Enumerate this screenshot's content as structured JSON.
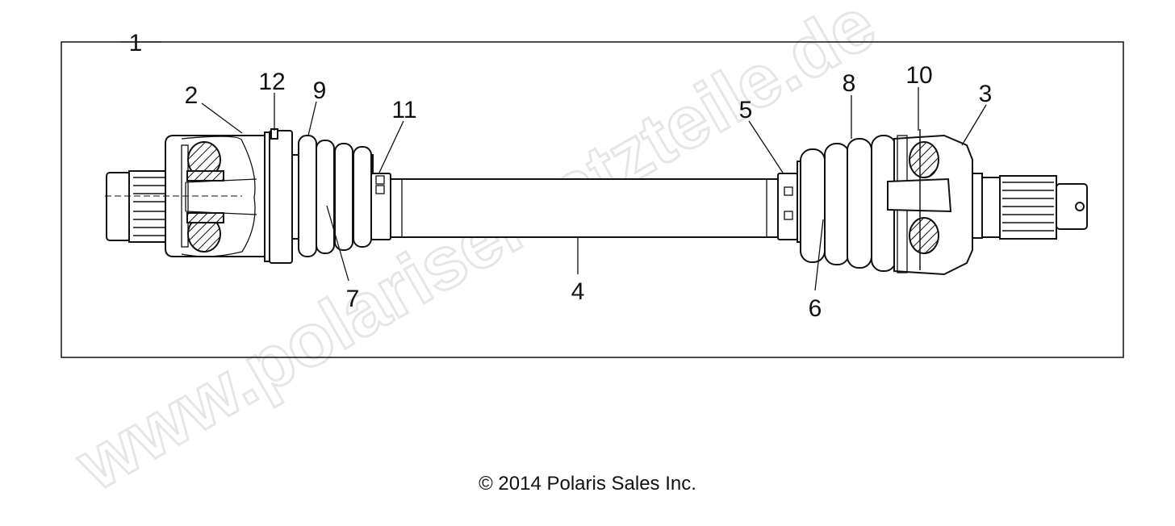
{
  "diagram": {
    "frame_label": "1",
    "callouts": [
      {
        "id": "2",
        "label": "2"
      },
      {
        "id": "12",
        "label": "12"
      },
      {
        "id": "9",
        "label": "9"
      },
      {
        "id": "11",
        "label": "11"
      },
      {
        "id": "7",
        "label": "7"
      },
      {
        "id": "4",
        "label": "4"
      },
      {
        "id": "5",
        "label": "5"
      },
      {
        "id": "8",
        "label": "8"
      },
      {
        "id": "10",
        "label": "10"
      },
      {
        "id": "3",
        "label": "3"
      },
      {
        "id": "6",
        "label": "6"
      }
    ]
  },
  "watermark": "www.polarisersatzteile.de",
  "copyright": "© 2014 Polaris Sales Inc."
}
